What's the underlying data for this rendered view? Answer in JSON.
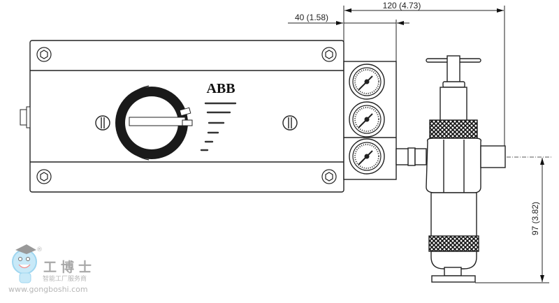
{
  "drawing": {
    "brand_logo": "ABB",
    "dimensions": {
      "overall_width": "120 (4.73)",
      "gauge_block_width": "40 (1.58)",
      "height_to_port": "97 (3.82)"
    },
    "gauges_count": 3
  },
  "watermark": {
    "title": "工博士",
    "subtitle": "智能工厂服务商",
    "url": "www.gongboshi.com",
    "registered": "®"
  },
  "colors": {
    "line": "#222222",
    "watermark": "#9a9a9a",
    "mascot": "#8fd0ee"
  }
}
